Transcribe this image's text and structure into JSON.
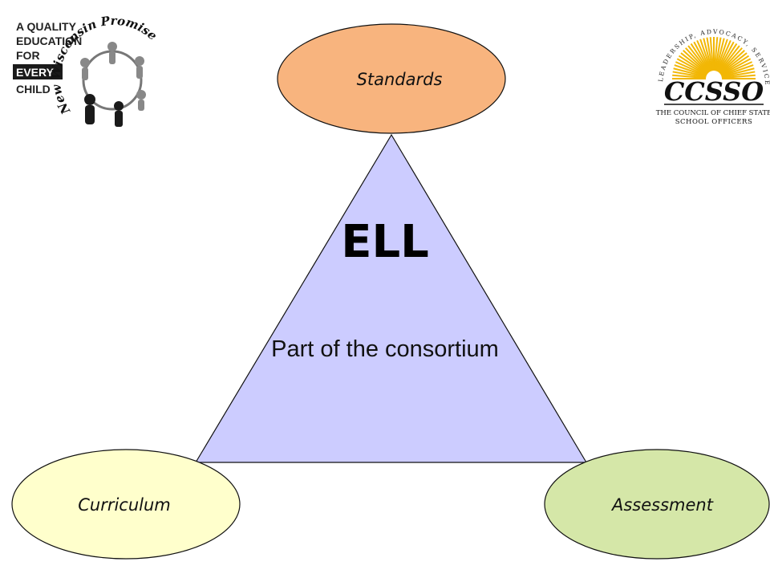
{
  "diagram": {
    "center_title": "ELL",
    "center_subtitle": "Part of the consortium",
    "nodes": [
      {
        "label": "Standards",
        "fill": "#F8B47E"
      },
      {
        "label": "Curriculum",
        "fill": "#FFFFCC"
      },
      {
        "label": "Assessment",
        "fill": "#D5E7A8"
      }
    ],
    "triangle_fill": "#CCCCFF"
  },
  "logos": {
    "left": {
      "lines": [
        "A QUALITY",
        "EDUCATION",
        "FOR",
        "EVERY",
        "CHILD"
      ],
      "arc_text": "New Wisconsin Promise"
    },
    "right": {
      "arc_text": "LEADERSHIP, ADVOCACY, SERVICE",
      "wordmark": "CCSSO",
      "line1": "THE COUNCIL OF CHIEF STATE",
      "line2": "SCHOOL OFFICERS",
      "sun_color": "#F2B705"
    }
  }
}
